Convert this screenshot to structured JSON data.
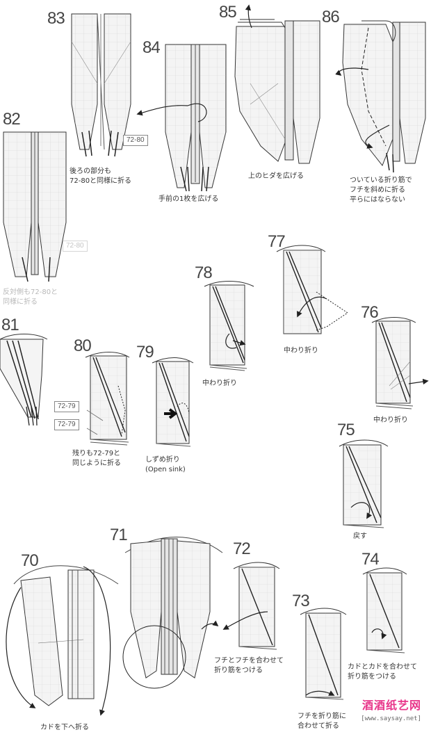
{
  "steps": [
    {
      "num": "83",
      "caption": "後ろの部分も\n72-80と同様に折る",
      "ref": "72-80"
    },
    {
      "num": "84",
      "caption": "手前の1枚を広げる"
    },
    {
      "num": "85",
      "caption": "上のヒダを広げる"
    },
    {
      "num": "86",
      "caption": "ついている折り筋で\nフチを斜めに折る\n平らにはならない"
    },
    {
      "num": "82",
      "caption": "反対側も72-80と\n同様に折る",
      "ref": "72-80"
    },
    {
      "num": "81"
    },
    {
      "num": "77",
      "caption": "中わり折り"
    },
    {
      "num": "78",
      "caption": "中わり折り"
    },
    {
      "num": "76",
      "caption": "中わり折り"
    },
    {
      "num": "80",
      "caption": "残りも72-79と\n同じように折る",
      "refs": [
        "72-79",
        "72-79"
      ]
    },
    {
      "num": "79",
      "caption": "しずめ折り\n(Open sink)"
    },
    {
      "num": "75",
      "caption": "戻す"
    },
    {
      "num": "70",
      "caption": "カドを下へ折る"
    },
    {
      "num": "71"
    },
    {
      "num": "72",
      "caption": "フチとフチを合わせて\n折り筋をつける"
    },
    {
      "num": "73",
      "caption": "フチを折り筋に\n合わせて折る"
    },
    {
      "num": "74",
      "caption": "カドとカドを合わせて\n折り筋をつける"
    }
  ],
  "watermark": {
    "text": "酒酒纸艺网",
    "url": "[www.saysay.net]",
    "color": "#e8358a"
  }
}
